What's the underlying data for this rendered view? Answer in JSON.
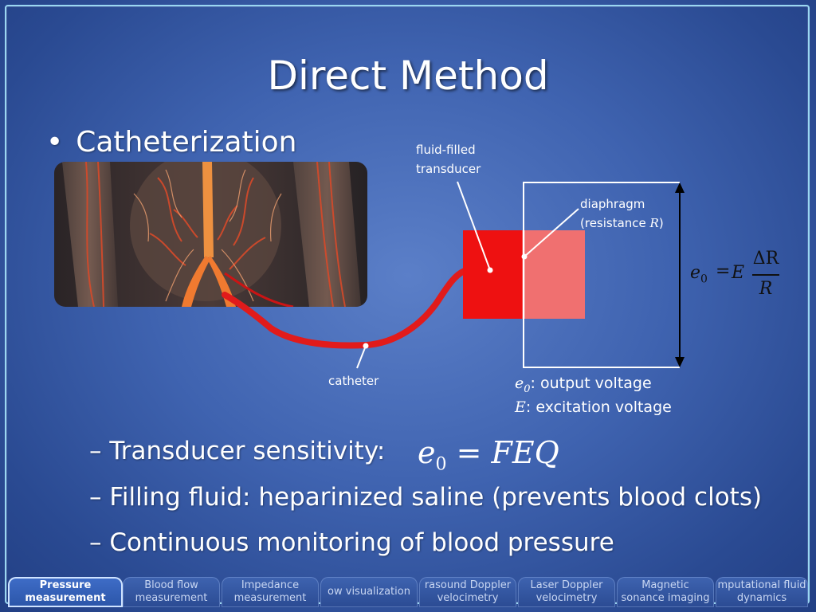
{
  "slide": {
    "title": "Direct Method",
    "bullet": "Catheterization",
    "bullet_symbol": "•",
    "labels": {
      "transducer_line1": "fluid-filled",
      "transducer_line2": "transducer",
      "diaphragm_line1": "diaphragm",
      "diaphragm_line2_prefix": "(resistance ",
      "diaphragm_line2_var": "R",
      "diaphragm_line2_suffix": ")",
      "catheter": "catheter"
    },
    "formula_side": {
      "lhs_base": "e",
      "lhs_sub": "0",
      "equals": "=",
      "coef": "E",
      "numerator": "ΔR",
      "denominator": "R"
    },
    "legend": [
      {
        "symbol": "e",
        "sub": "0",
        "text": ": output voltage"
      },
      {
        "symbol": "E",
        "sub": "",
        "text": ": excitation voltage"
      }
    ],
    "subbullets": [
      {
        "dash": "–",
        "text": "Transducer sensitivity:"
      },
      {
        "dash": "–",
        "text": "Filling fluid: heparinized saline (prevents blood clots)"
      },
      {
        "dash": "–",
        "text": "Continuous monitoring of blood pressure"
      }
    ],
    "formula_main": {
      "lhs_base": "e",
      "lhs_sub": "0",
      "equals": "=",
      "rhs": "FEQ"
    }
  },
  "nav": {
    "tabs": [
      {
        "line1": "Pressure",
        "line2": "measurement",
        "active": true
      },
      {
        "line1": "Blood flow",
        "line2": "measurement",
        "active": false
      },
      {
        "line1": "Impedance",
        "line2": "measurement",
        "active": false
      },
      {
        "line1": "ow visualization",
        "line2": "",
        "active": false
      },
      {
        "line1": "rasound Doppler",
        "line2": "velocimetry",
        "active": false
      },
      {
        "line1": "Laser Doppler",
        "line2": "velocimetry",
        "active": false
      },
      {
        "line1": "Magnetic",
        "line2": "sonance imaging",
        "active": false
      },
      {
        "line1": "mputational fluid",
        "line2": "dynamics",
        "active": false
      }
    ]
  },
  "colors": {
    "transducer": "#ee1111",
    "diaphragm_side": "#f07070",
    "catheter": "#e11b1b",
    "frame": "#9ad7f2"
  }
}
